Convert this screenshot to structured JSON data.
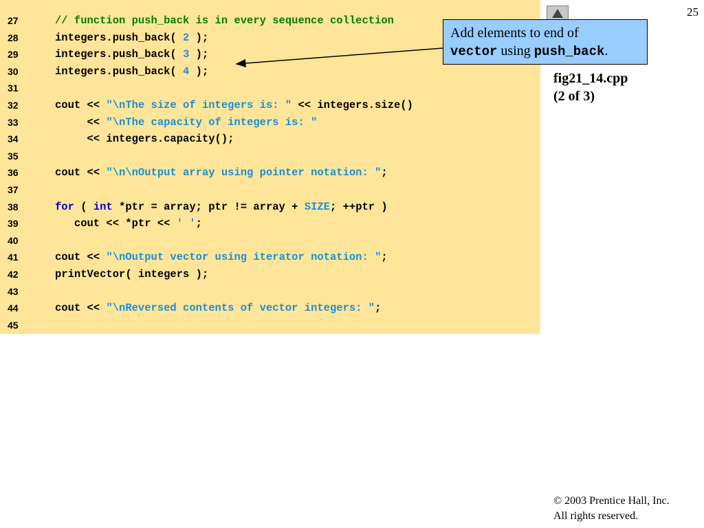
{
  "slide": {
    "number": "25",
    "outline_link": "e",
    "file_title_line1": "fig21_14.cpp",
    "file_title_line2": "(2 of 3)",
    "copyright_symbol": "©",
    "copyright_line1": " 2003 Prentice Hall, Inc.",
    "copyright_line2": "All rights reserved."
  },
  "callout": {
    "text1": "Add elements to end of",
    "code1": "vector",
    "text2": " using ",
    "code2": "push_back",
    "text3": "."
  },
  "colors": {
    "code_background": "#ffe599",
    "callout_background": "#99ccff",
    "comment": "#008000",
    "string": "#1a8fd8",
    "keyword": "#0000cc"
  },
  "code_lines": [
    {
      "num": "27",
      "indent": 0,
      "tokens": [
        [
          "c",
          "// function push_back is in every sequence collection"
        ]
      ]
    },
    {
      "num": "28",
      "indent": 0,
      "tokens": [
        [
          "p",
          "integers.push_back( "
        ],
        [
          "n",
          "2"
        ],
        [
          "p",
          " );"
        ]
      ]
    },
    {
      "num": "29",
      "indent": 0,
      "tokens": [
        [
          "p",
          "integers.push_back( "
        ],
        [
          "n",
          "3"
        ],
        [
          "p",
          " );"
        ]
      ]
    },
    {
      "num": "30",
      "indent": 0,
      "tokens": [
        [
          "p",
          "integers.push_back( "
        ],
        [
          "n",
          "4"
        ],
        [
          "p",
          " );"
        ]
      ]
    },
    {
      "num": "31",
      "indent": 0,
      "tokens": []
    },
    {
      "num": "32",
      "indent": 0,
      "tokens": [
        [
          "p",
          "cout << "
        ],
        [
          "s",
          "\"\\nThe size of integers is: \""
        ],
        [
          "p",
          " << integers.size()"
        ]
      ]
    },
    {
      "num": "33",
      "indent": 5,
      "tokens": [
        [
          "p",
          "<< "
        ],
        [
          "s",
          "\"\\nThe capacity of integers is: \""
        ]
      ]
    },
    {
      "num": "34",
      "indent": 5,
      "tokens": [
        [
          "p",
          "<< integers.capacity();"
        ]
      ]
    },
    {
      "num": "35",
      "indent": 0,
      "tokens": []
    },
    {
      "num": "36",
      "indent": 0,
      "tokens": [
        [
          "p",
          "cout << "
        ],
        [
          "s",
          "\"\\n\\nOutput array using pointer notation: \""
        ],
        [
          "p",
          ";"
        ]
      ]
    },
    {
      "num": "37",
      "indent": 0,
      "tokens": []
    },
    {
      "num": "38",
      "indent": 0,
      "tokens": [
        [
          "k",
          "for"
        ],
        [
          "p",
          " ( "
        ],
        [
          "k",
          "int"
        ],
        [
          "p",
          " *ptr = array; ptr != array + "
        ],
        [
          "n",
          "SIZE"
        ],
        [
          "p",
          "; ++ptr )"
        ]
      ]
    },
    {
      "num": "39",
      "indent": 3,
      "tokens": [
        [
          "p",
          "cout << *ptr << "
        ],
        [
          "s",
          "' '"
        ],
        [
          "p",
          ";"
        ]
      ]
    },
    {
      "num": "40",
      "indent": 0,
      "tokens": []
    },
    {
      "num": "41",
      "indent": 0,
      "tokens": [
        [
          "p",
          "cout << "
        ],
        [
          "s",
          "\"\\nOutput vector using iterator notation: \""
        ],
        [
          "p",
          ";"
        ]
      ]
    },
    {
      "num": "42",
      "indent": 0,
      "tokens": [
        [
          "p",
          "printVector( integers );"
        ]
      ]
    },
    {
      "num": "43",
      "indent": 0,
      "tokens": []
    },
    {
      "num": "44",
      "indent": 0,
      "tokens": [
        [
          "p",
          "cout << "
        ],
        [
          "s",
          "\"\\nReversed contents of vector integers: \""
        ],
        [
          "p",
          ";"
        ]
      ]
    },
    {
      "num": "45",
      "indent": 0,
      "tokens": []
    }
  ]
}
